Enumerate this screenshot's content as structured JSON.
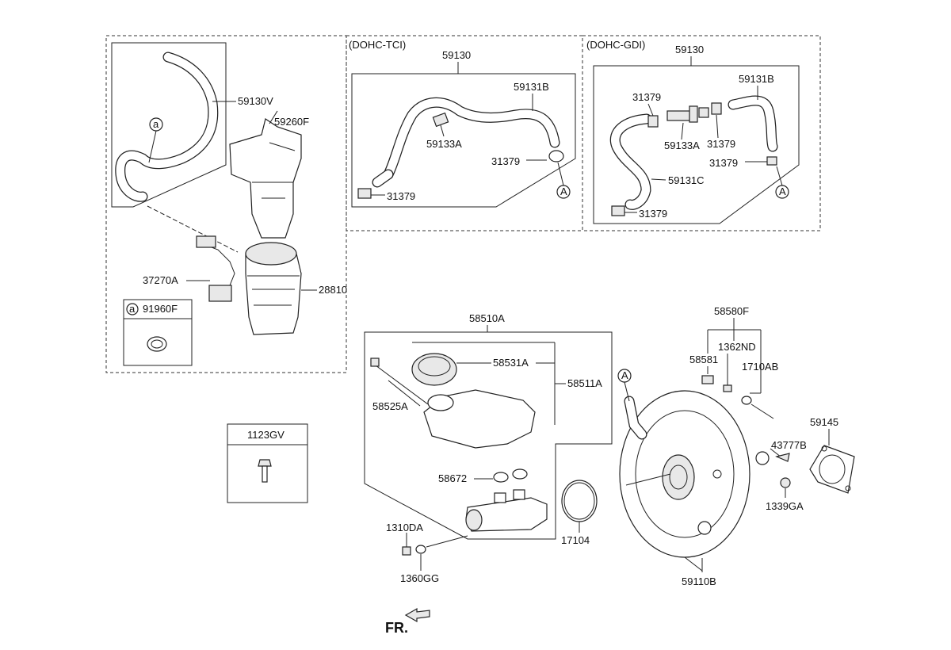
{
  "sections": {
    "dohc_tci": "(DOHC-TCI)",
    "dohc_gdi": "(DOHC-GDI)"
  },
  "labels": {
    "p59130v": "59130V",
    "p59260f": "59260F",
    "p37270a": "37270A",
    "p28810": "28810",
    "p91960f": "91960F",
    "circle_a": "a",
    "tci_59130": "59130",
    "tci_59131b": "59131B",
    "tci_59133a": "59133A",
    "tci_31379_r": "31379",
    "tci_31379_l": "31379",
    "tci_A": "A",
    "gdi_59130": "59130",
    "gdi_59131b": "59131B",
    "gdi_31379_t": "31379",
    "gdi_59133a": "59133A",
    "gdi_31379_m": "31379",
    "gdi_31379_r": "31379",
    "gdi_59131c": "59131C",
    "gdi_31379_b": "31379",
    "gdi_A": "A",
    "p1123gv": "1123GV",
    "p58510a": "58510A",
    "p58531a": "58531A",
    "p58511a": "58511A",
    "p58525a": "58525A",
    "p58672": "58672",
    "p1310da": "1310DA",
    "p1360gg": "1360GG",
    "p17104": "17104",
    "p58580f": "58580F",
    "p58581": "58581",
    "p1362nd": "1362ND",
    "p1710ab": "1710AB",
    "p59145": "59145",
    "p43777b": "43777B",
    "p1339ga": "1339GA",
    "p59110b": "59110B",
    "booster_A": "A",
    "fr": "FR."
  }
}
